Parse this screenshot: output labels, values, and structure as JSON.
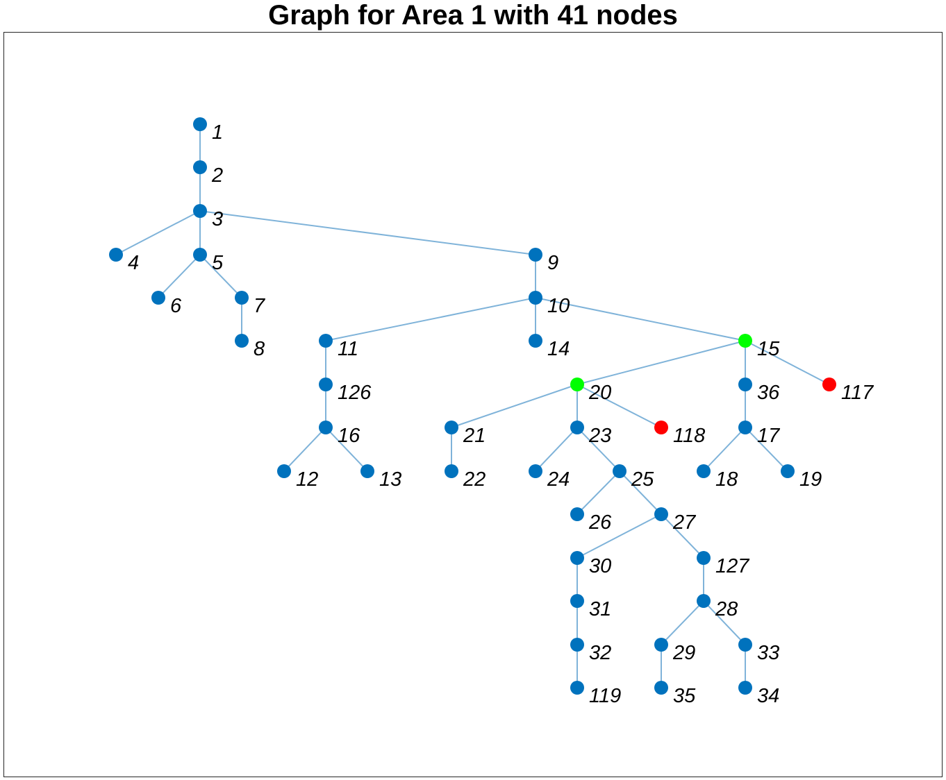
{
  "title": "Graph for Area 1 with 41 nodes",
  "colors": {
    "default_node": "#0072bd",
    "highlight_green": "#00ff00",
    "highlight_red": "#ff0000",
    "edge": "#7fb3d9"
  },
  "graph": {
    "nodes": [
      {
        "id": "1",
        "color": "default"
      },
      {
        "id": "2",
        "color": "default"
      },
      {
        "id": "3",
        "color": "default"
      },
      {
        "id": "4",
        "color": "default"
      },
      {
        "id": "5",
        "color": "default"
      },
      {
        "id": "6",
        "color": "default"
      },
      {
        "id": "7",
        "color": "default"
      },
      {
        "id": "8",
        "color": "default"
      },
      {
        "id": "9",
        "color": "default"
      },
      {
        "id": "10",
        "color": "default"
      },
      {
        "id": "11",
        "color": "default"
      },
      {
        "id": "14",
        "color": "default"
      },
      {
        "id": "15",
        "color": "green"
      },
      {
        "id": "126",
        "color": "default"
      },
      {
        "id": "16",
        "color": "default"
      },
      {
        "id": "12",
        "color": "default"
      },
      {
        "id": "13",
        "color": "default"
      },
      {
        "id": "20",
        "color": "green"
      },
      {
        "id": "36",
        "color": "default"
      },
      {
        "id": "117",
        "color": "red"
      },
      {
        "id": "21",
        "color": "default"
      },
      {
        "id": "22",
        "color": "default"
      },
      {
        "id": "23",
        "color": "default"
      },
      {
        "id": "118",
        "color": "red"
      },
      {
        "id": "24",
        "color": "default"
      },
      {
        "id": "25",
        "color": "default"
      },
      {
        "id": "26",
        "color": "default"
      },
      {
        "id": "27",
        "color": "default"
      },
      {
        "id": "30",
        "color": "default"
      },
      {
        "id": "31",
        "color": "default"
      },
      {
        "id": "32",
        "color": "default"
      },
      {
        "id": "119",
        "color": "default"
      },
      {
        "id": "127",
        "color": "default"
      },
      {
        "id": "28",
        "color": "default"
      },
      {
        "id": "29",
        "color": "default"
      },
      {
        "id": "35",
        "color": "default"
      },
      {
        "id": "33",
        "color": "default"
      },
      {
        "id": "34",
        "color": "default"
      },
      {
        "id": "17",
        "color": "default"
      },
      {
        "id": "18",
        "color": "default"
      },
      {
        "id": "19",
        "color": "default"
      }
    ],
    "edges": [
      [
        "1",
        "2"
      ],
      [
        "2",
        "3"
      ],
      [
        "3",
        "4"
      ],
      [
        "3",
        "5"
      ],
      [
        "3",
        "9"
      ],
      [
        "5",
        "6"
      ],
      [
        "5",
        "7"
      ],
      [
        "7",
        "8"
      ],
      [
        "9",
        "10"
      ],
      [
        "10",
        "11"
      ],
      [
        "10",
        "14"
      ],
      [
        "10",
        "15"
      ],
      [
        "11",
        "126"
      ],
      [
        "126",
        "16"
      ],
      [
        "16",
        "12"
      ],
      [
        "16",
        "13"
      ],
      [
        "15",
        "20"
      ],
      [
        "15",
        "36"
      ],
      [
        "15",
        "117"
      ],
      [
        "20",
        "21"
      ],
      [
        "20",
        "23"
      ],
      [
        "20",
        "118"
      ],
      [
        "21",
        "22"
      ],
      [
        "23",
        "24"
      ],
      [
        "23",
        "25"
      ],
      [
        "25",
        "26"
      ],
      [
        "25",
        "27"
      ],
      [
        "27",
        "30"
      ],
      [
        "27",
        "127"
      ],
      [
        "30",
        "31"
      ],
      [
        "31",
        "32"
      ],
      [
        "32",
        "119"
      ],
      [
        "127",
        "28"
      ],
      [
        "28",
        "29"
      ],
      [
        "28",
        "33"
      ],
      [
        "29",
        "35"
      ],
      [
        "33",
        "34"
      ],
      [
        "36",
        "17"
      ],
      [
        "17",
        "18"
      ],
      [
        "17",
        "19"
      ]
    ]
  }
}
